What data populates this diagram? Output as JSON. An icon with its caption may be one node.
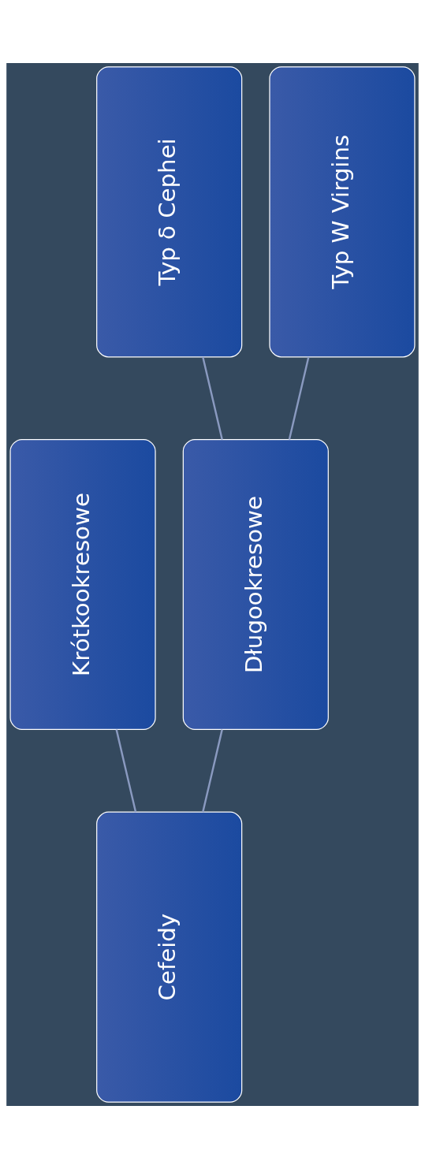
{
  "diagram": {
    "nodes": [
      {
        "text": [
          "Cefeidy"
        ]
      },
      {
        "text": [
          "Krótkookresowe"
        ]
      },
      {
        "text": [
          "Długookresowe"
        ]
      },
      {
        "text": [
          "Typ δ Cephei"
        ]
      },
      {
        "text": [
          "Typ W Virgins"
        ]
      }
    ],
    "edges": [
      {
        "from": 0,
        "to": 1,
        "arrow": "none"
      },
      {
        "from": 0,
        "to": 2,
        "arrow": "none"
      },
      {
        "from": 2,
        "to": 3,
        "arrow": "none"
      },
      {
        "from": 2,
        "to": 4,
        "arrow": "none"
      }
    ]
  }
}
